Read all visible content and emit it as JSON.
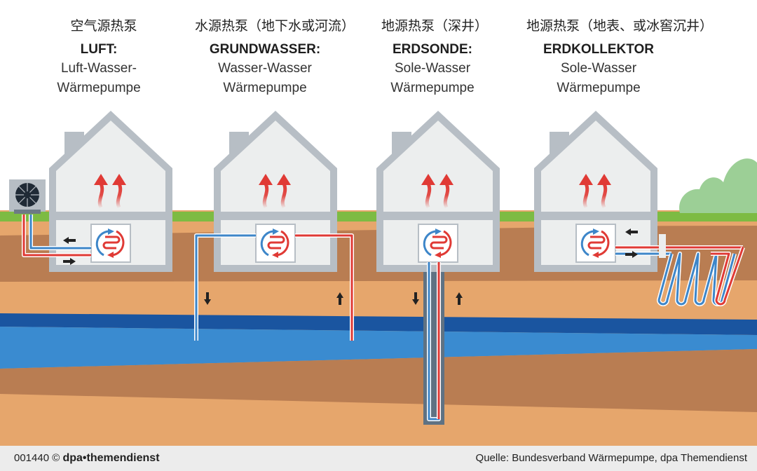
{
  "panels": [
    {
      "id": "air",
      "title_cn": "空气源热泵",
      "title_de": "LUFT:",
      "subtitle_line1": "Luft-Wasser-",
      "subtitle_line2": "Wärmepumpe"
    },
    {
      "id": "groundwater",
      "title_cn": "水源热泵（地下水或河流）",
      "title_de": "GRUNDWASSER:",
      "subtitle_line1": "Wasser-Wasser",
      "subtitle_line2": "Wärmepumpe"
    },
    {
      "id": "borehole",
      "title_cn": "地源热泵（深井）",
      "title_de": "ERDSONDE:",
      "subtitle_line1": "Sole-Wasser",
      "subtitle_line2": "Wärmepumpe"
    },
    {
      "id": "collector",
      "title_cn": "地源热泵（地表、或冰窖沉井）",
      "title_de": "ERDKOLLEKTOR",
      "subtitle_line1": "Sole-Wasser",
      "subtitle_line2": "Wärmepumpe"
    }
  ],
  "footer": {
    "code": "001440 ©",
    "publisher": "dpa•themendienst",
    "source": "Quelle: Bundesverband Wärmepumpe, dpa Themendienst"
  },
  "colors": {
    "house_wall": "#b7bec5",
    "house_fill": "#eceeee",
    "grass": "#7dbb43",
    "soil_light": "#e6a66c",
    "soil_dark": "#b97d52",
    "water_dark": "#1a55a0",
    "water": "#3a8bd0",
    "pipe_hot": "#e03a35",
    "pipe_cold": "#3d86c9",
    "probe": "#5f7283",
    "bush": "#9ccf96"
  }
}
